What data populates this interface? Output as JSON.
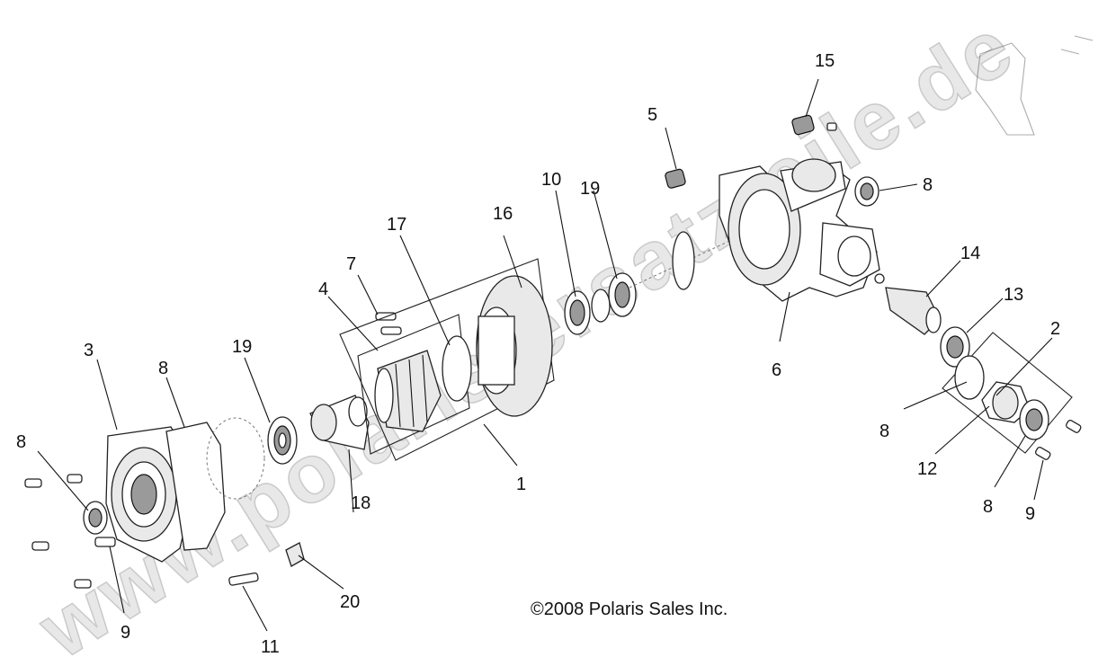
{
  "watermark": "www.polaris-ersatzteile.de",
  "copyright": "©2008  Polaris Sales Inc.",
  "labels": {
    "l1": "1",
    "l2": "2",
    "l3": "3",
    "l4": "4",
    "l5": "5",
    "l6": "6",
    "l7": "7",
    "l8a": "8",
    "l8b": "8",
    "l8c": "8",
    "l8d": "8",
    "l8e": "8",
    "l9a": "9",
    "l9b": "9",
    "l10": "10",
    "l11": "11",
    "l12": "12",
    "l13": "13",
    "l14": "14",
    "l15": "15",
    "l16": "16",
    "l17": "17",
    "l18": "18",
    "l19a": "19",
    "l19b": "19",
    "l20": "20"
  }
}
